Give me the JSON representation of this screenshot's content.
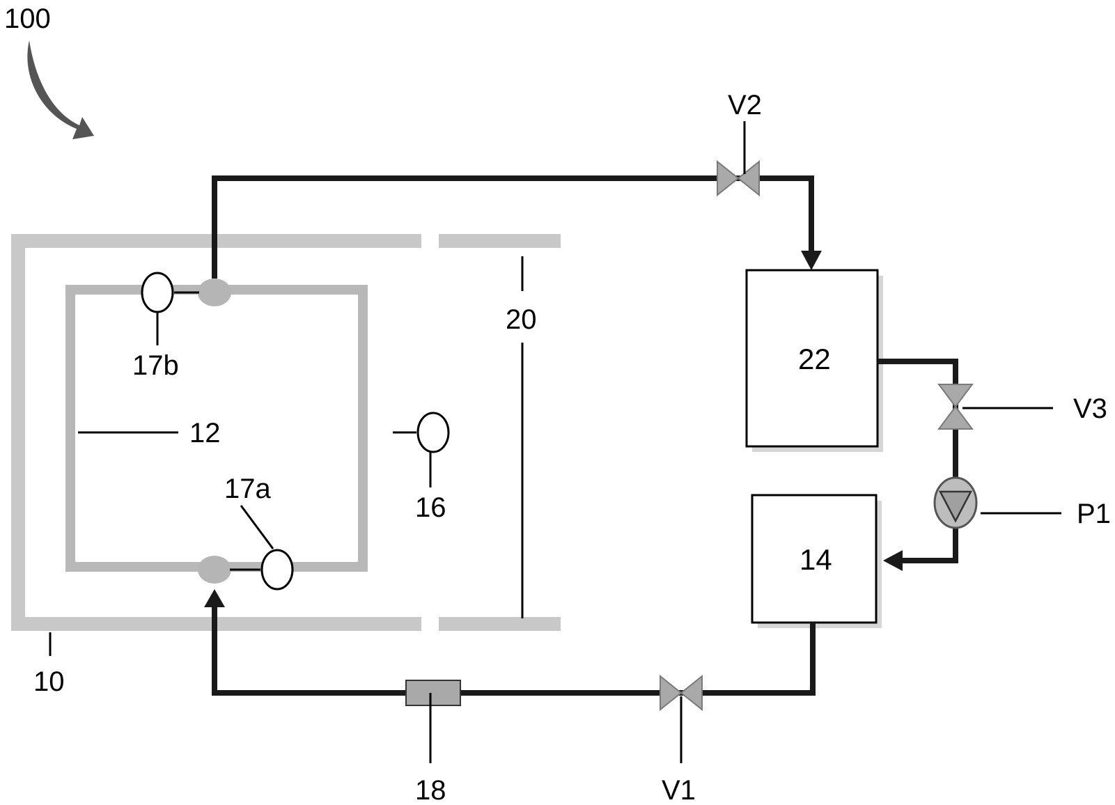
{
  "labels": {
    "system": "100",
    "enclosure": "10",
    "chamber": "12",
    "storage_14": "14",
    "sensor_16": "16",
    "sensor_17a": "17a",
    "sensor_17b": "17b",
    "filter_18": "18",
    "partition_20": "20",
    "tank_22": "22",
    "valve_v1": "V1",
    "valve_v2": "V2",
    "valve_v3": "V3",
    "pump_p1": "P1"
  },
  "colors": {
    "pipe": "#1a1a1a",
    "wall": "#c8c8c8",
    "valve": "#a9a9a9",
    "arrow": "#555555"
  },
  "icons": {
    "system_pointer": "curved-arrow-icon",
    "valve": "bowtie-valve-icon",
    "pump": "pump-icon",
    "sensor": "circle-sensor-icon"
  }
}
